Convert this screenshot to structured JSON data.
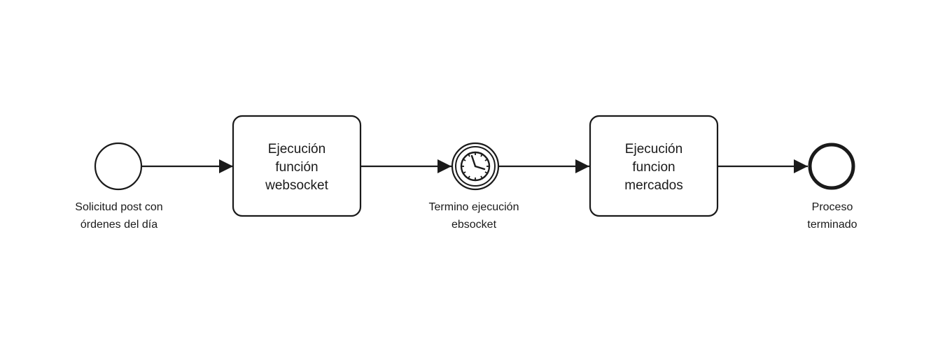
{
  "diagram": {
    "type": "bpmn-process",
    "colors": {
      "stroke": "#1a1a1a",
      "fill": "#ffffff",
      "text": "#1a1a1a"
    },
    "start_event": {
      "icon": "start-event-circle",
      "label_lines": [
        "Solicitud post con",
        "órdenes del día"
      ]
    },
    "task_websocket": {
      "label_lines": [
        "Ejecución",
        "función",
        "websocket"
      ]
    },
    "timer_event": {
      "icon": "clock-icon",
      "label_lines": [
        "Termino ejecución",
        "ebsocket"
      ]
    },
    "task_mercados": {
      "label_lines": [
        "Ejecución",
        "funcion",
        "mercados"
      ]
    },
    "end_event": {
      "icon": "end-event-circle",
      "label_lines": [
        "Proceso",
        "terminado"
      ]
    },
    "flows": [
      {
        "from": "start_event",
        "to": "task_websocket"
      },
      {
        "from": "task_websocket",
        "to": "timer_event"
      },
      {
        "from": "timer_event",
        "to": "task_mercados"
      },
      {
        "from": "task_mercados",
        "to": "end_event"
      }
    ]
  }
}
